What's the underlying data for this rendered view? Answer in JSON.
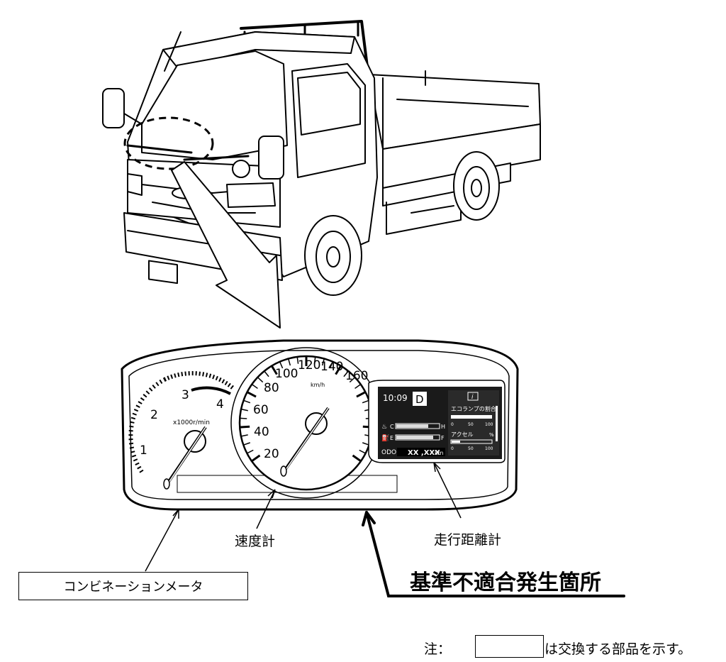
{
  "meter": {
    "tach_ticks": [
      "1",
      "2",
      "3",
      "4"
    ],
    "tach_unit": "x1000r/min",
    "speed_ticks": [
      "20",
      "40",
      "60",
      "80",
      "100",
      "120",
      "140",
      "160"
    ],
    "speed_unit": "km/h",
    "display": {
      "time": "10:09",
      "gear": "D",
      "temp_low": "C",
      "temp_high": "H",
      "fuel_low": "E",
      "fuel_high": "F",
      "odo_label": "ODO",
      "odo_value": "XX ,XXX",
      "odo_unit": "km",
      "eco_title": "エコランプの割合",
      "accel_title": "アクセル",
      "accel_unit": "%",
      "scale_labels": [
        "0",
        "50",
        "100"
      ],
      "info_icon": "i"
    }
  },
  "labels": {
    "speedometer": "速度計",
    "odometer": "走行距離計",
    "combination_meter": "コンビネーションメータ",
    "nonconformity_location": "基準不適合発生箇所",
    "note_prefix": "注：",
    "note_suffix": "は交換する部品を示す。"
  }
}
